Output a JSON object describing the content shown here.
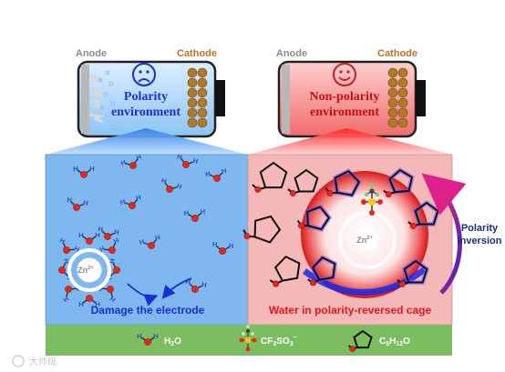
{
  "left_battery": {
    "anode_label": "Anode",
    "cathode_label": "Cathode",
    "title_line1": "Polarity",
    "title_line2": "environment",
    "face": "sad-face"
  },
  "right_battery": {
    "anode_label": "Anode",
    "cathode_label": "Cathode",
    "title_line1": "Non-polarity",
    "title_line2": "environment",
    "face": "happy-face"
  },
  "left_panel": {
    "ion_label": "Zn",
    "ion_charge": "2+",
    "caption": "Damage the electrode"
  },
  "right_panel": {
    "ion_label": "Zn",
    "ion_charge": "2+",
    "caption": "Water in polarity-reversed cage",
    "arrow_label_line1": "Polarity",
    "arrow_label_line2": "inversion"
  },
  "legend": {
    "water_label": "H",
    "water_sub": "2",
    "water_tail": "O",
    "anion_label": "CF",
    "anion_sub": "3",
    "anion_tail": "SO",
    "anion_sub2": "3",
    "anion_sup": "−",
    "solvent_label": "C",
    "solvent_sub1": "6",
    "solvent_mid": "H",
    "solvent_sub2": "12",
    "solvent_tail": "O"
  },
  "watermark": "大师级",
  "colors": {
    "left_bg": "#7fb8ee",
    "right_bg": "#f5b8b8",
    "legend_bg": "#7cbd62",
    "anode_label": "#8a8a8a",
    "cathode_label": "#c0702a",
    "blue_text": "#1a2fd0",
    "red_text": "#e0181e",
    "oxygen": "#e8261e",
    "hydrogen": "#2a4fc8",
    "inversion_arrow": "#c02090"
  }
}
